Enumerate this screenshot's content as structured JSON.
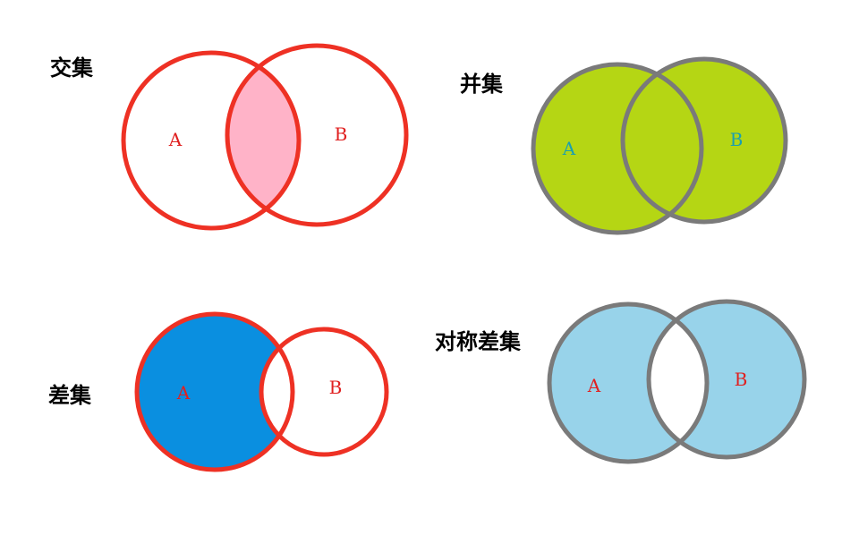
{
  "colors": {
    "red_outline": "#ee3124",
    "gray_outline": "#7a7a7a",
    "intersection_fill": "#ffb3c8",
    "union_fill": "#b5d614",
    "difference_fill": "#0a8fe0",
    "symdiff_fill": "#98d3ea",
    "label_red": "#e02020",
    "label_teal": "#1a9fb0"
  },
  "panels": {
    "intersection": {
      "title": "交集",
      "set_a": "A",
      "set_b": "B"
    },
    "union": {
      "title": "并集",
      "set_a": "A",
      "set_b": "B"
    },
    "difference": {
      "title": "差集",
      "set_a": "A",
      "set_b": "B"
    },
    "symmetric_difference": {
      "title": "对称差集",
      "set_a": "A",
      "set_b": "B"
    }
  }
}
